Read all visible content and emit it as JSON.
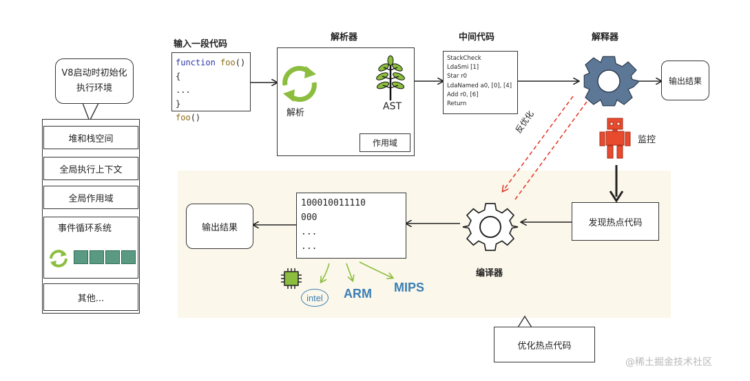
{
  "left_panel": {
    "bubble": "V8启动时初始化执行环境",
    "items": [
      "堆和栈空间",
      "全局执行上下文",
      "全局作用域",
      "事件循环系统",
      "其他..."
    ]
  },
  "input": {
    "title": "输入一段代码",
    "code": {
      "line1_keyword": "function",
      "line1_name": "foo",
      "line1_rest": "() {",
      "line2": "...",
      "line3": "}",
      "line4_name": "foo",
      "line4_rest": "()"
    }
  },
  "parser": {
    "title": "解析器",
    "parse_label": "解析",
    "ast_label": "AST",
    "scope_label": "作用域"
  },
  "bytecode": {
    "title": "中间代码",
    "lines": [
      "StackCheck",
      "LdaSmi [1]",
      "Star r0",
      "LdaNamed a0, [0], [4]",
      "Add r0, [6]",
      "Return"
    ]
  },
  "interpreter": {
    "title": "解释器",
    "output_label": "输出结果",
    "monitor_label": "监控",
    "deopt_label": "反优化"
  },
  "compiler": {
    "hot_code_label": "发现热点代码",
    "title": "编译器",
    "machine_code_lines": [
      "100010011110",
      "000",
      "...",
      "..."
    ],
    "output_label": "输出结果",
    "targets": [
      "intel",
      "ARM",
      "MIPS"
    ],
    "optimize_label": "优化热点代码"
  },
  "watermark": "@稀土掘金技术社区",
  "colors": {
    "gear": "#5d7896",
    "green": "#8cbd3f",
    "robot": "#e84a2e",
    "deopt": "#e23a2a",
    "block": "#5a9a82",
    "target_blue": "#3a7fb4",
    "panel_bg": "#fbf7ea"
  }
}
